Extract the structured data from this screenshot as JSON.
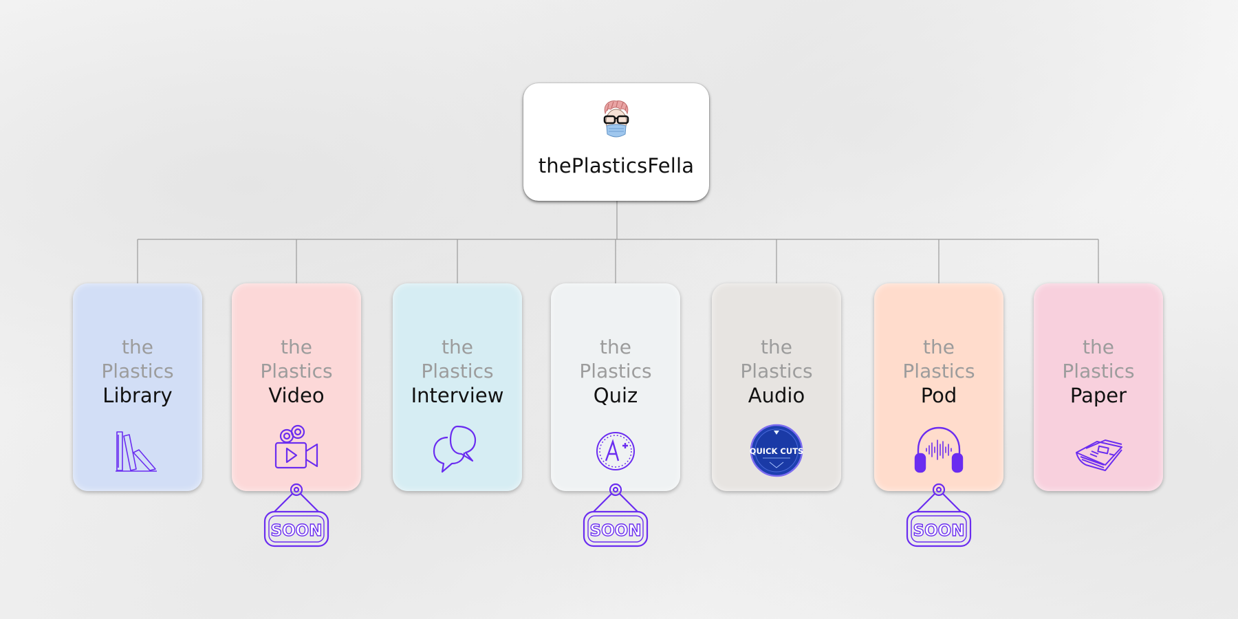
{
  "root": {
    "title": "thePlasticsFella",
    "avatar_icon": "fella-avatar-icon"
  },
  "cards": [
    {
      "id": "library",
      "line1": "the",
      "line2": "Plastics",
      "line3": "Library",
      "icon": "books-icon",
      "color": "#d2def6",
      "soon": false
    },
    {
      "id": "video",
      "line1": "the",
      "line2": "Plastics",
      "line3": "Video",
      "icon": "video-camera-icon",
      "color": "#fcd8d8",
      "soon": true
    },
    {
      "id": "interview",
      "line1": "the",
      "line2": "Plastics",
      "line3": "Interview",
      "icon": "chat-bubbles-icon",
      "color": "#d6edf3",
      "soon": false
    },
    {
      "id": "quiz",
      "line1": "the",
      "line2": "Plastics",
      "line3": "Quiz",
      "icon": "grade-a-plus-icon",
      "color": "#eff2f3",
      "soon": true
    },
    {
      "id": "audio",
      "line1": "the",
      "line2": "Plastics",
      "line3": "Audio",
      "icon": "quick-cuts-badge-icon",
      "color": "#e7e4e1",
      "soon": false
    },
    {
      "id": "pod",
      "line1": "the",
      "line2": "Plastics",
      "line3": "Pod",
      "icon": "headphones-icon",
      "color": "#ffdccc",
      "soon": true
    },
    {
      "id": "paper",
      "line1": "the",
      "line2": "Plastics",
      "line3": "Paper",
      "icon": "newspaper-icon",
      "color": "#f8d0dd",
      "soon": false
    }
  ],
  "soon_label": "SOON",
  "audio_badge_label": "QUICK CUTS",
  "icon_color": "#6a2cf0",
  "line_color": "#9a9a9a"
}
